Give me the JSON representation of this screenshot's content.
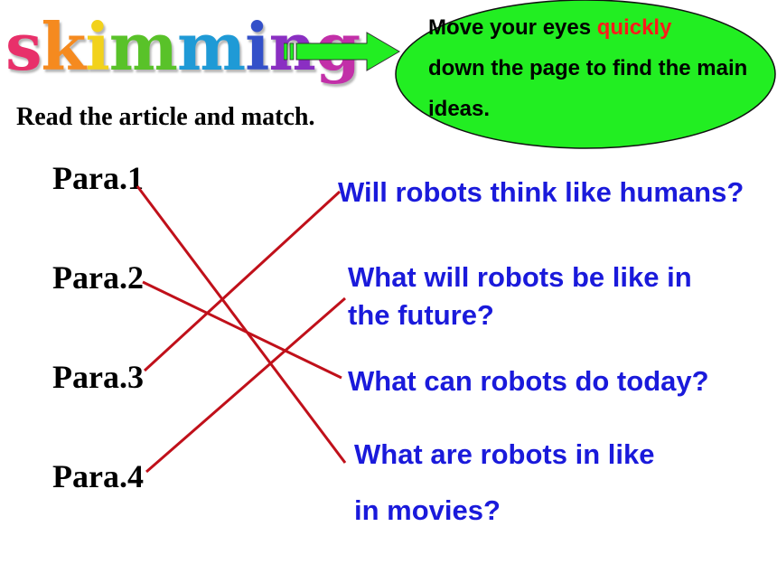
{
  "title": {
    "letters": [
      {
        "ch": "s",
        "color": "#e8306a"
      },
      {
        "ch": "k",
        "color": "#f58a1f"
      },
      {
        "ch": "i",
        "color": "#f2d21b"
      },
      {
        "ch": "m",
        "color": "#59c229"
      },
      {
        "ch": "m",
        "color": "#1f9ad6"
      },
      {
        "ch": "i",
        "color": "#3350c9"
      },
      {
        "ch": "n",
        "color": "#8a2fc2"
      },
      {
        "ch": "g",
        "color": "#c22fa8"
      }
    ]
  },
  "bubble": {
    "before": "Move your eyes ",
    "highlight": "quickly",
    "after": "down the page to find the main ideas.",
    "fill": "#22ee22",
    "highlight_color": "#ff1a1a"
  },
  "instruction": "Read the article and match.",
  "paragraphs": [
    "Para.1",
    "Para.2",
    "Para.3",
    "Para.4"
  ],
  "questions": {
    "q1": "Will robots think like humans?",
    "q2_line1": "What will robots be like in",
    "q2_line2": "the future?",
    "q3": "What can robots do today?",
    "q4_line1": "What are robots in like",
    "q4_line2": "in movies?"
  },
  "matches": [
    {
      "para": "Para.1",
      "question": "What are robots in like in movies?"
    },
    {
      "para": "Para.2",
      "question": "What can robots do today?"
    },
    {
      "para": "Para.3",
      "question": "Will robots think like humans?"
    },
    {
      "para": "Para.4",
      "question": "What will robots be like in the future?"
    }
  ],
  "colors": {
    "line": "#c0101a",
    "question_text": "#1a1adb",
    "arrow_fill": "#22ee22"
  }
}
